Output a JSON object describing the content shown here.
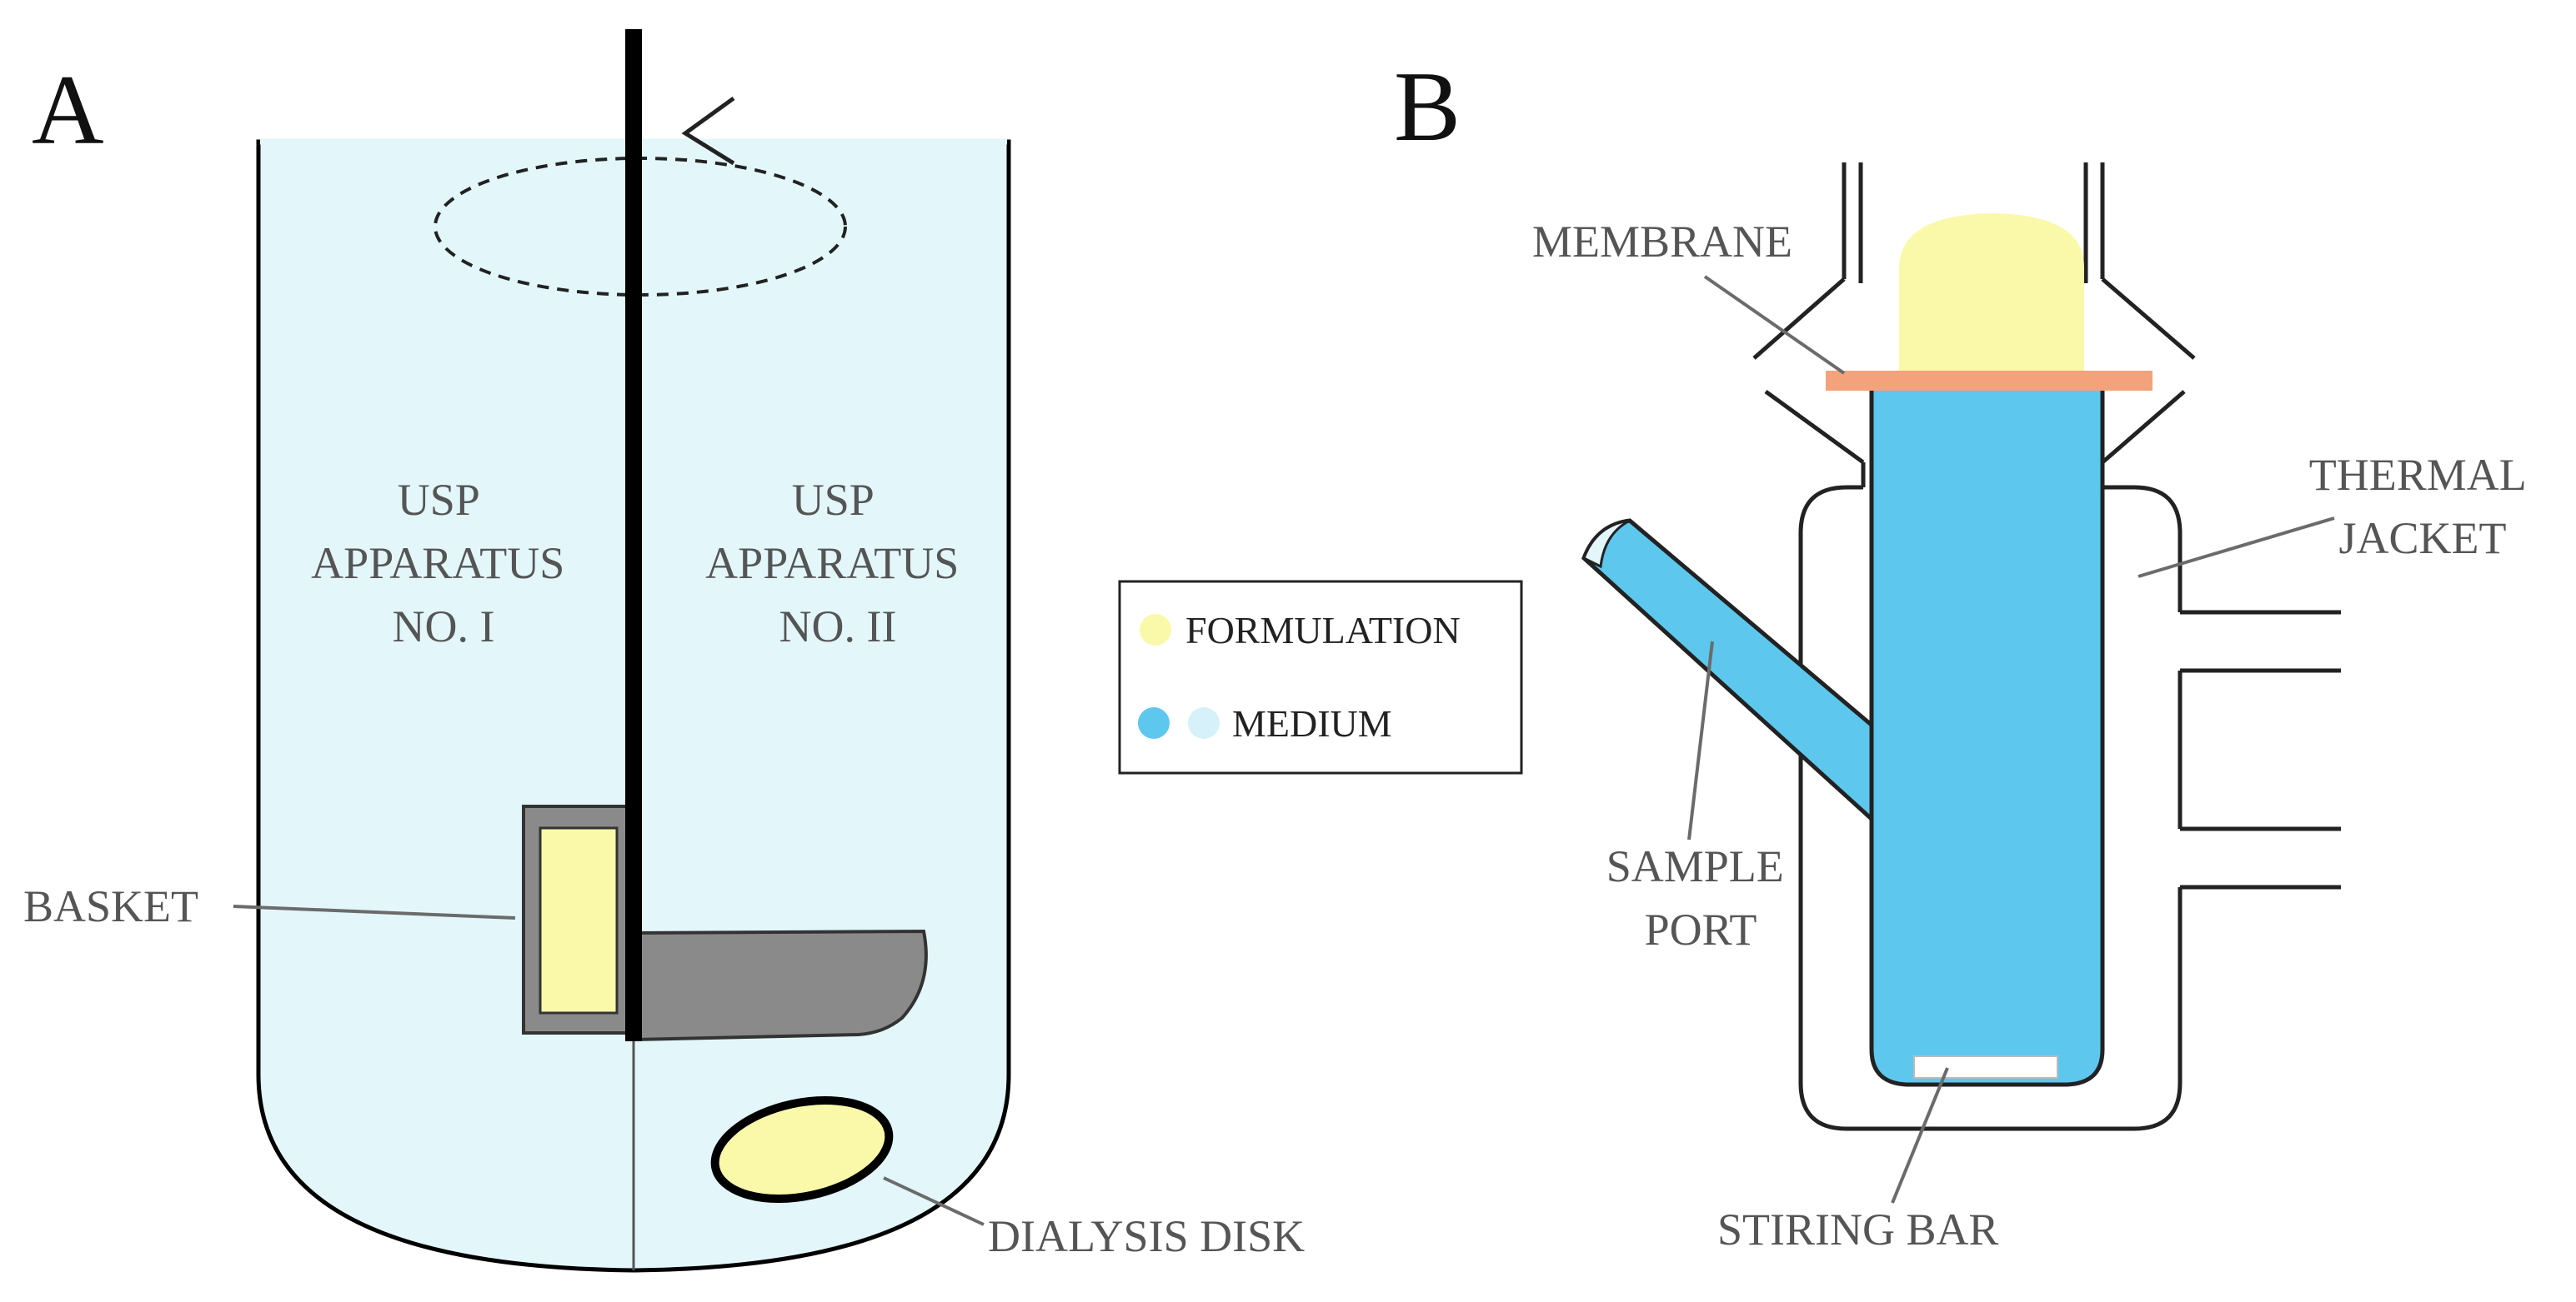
{
  "panels": {
    "a": {
      "letter": "A"
    },
    "b": {
      "letter": "B"
    }
  },
  "panel_a": {
    "apparatus_1": [
      "USP",
      "APPARATUS",
      "NO. I"
    ],
    "apparatus_2": [
      "USP",
      "APPARATUS",
      "NO. II"
    ],
    "basket_label": "BASKET",
    "dialysis_label": "DIALYSIS DISK"
  },
  "legend": {
    "formulation": "FORMULATION",
    "medium": "MEDIUM"
  },
  "panel_b": {
    "membrane_label": "MEMBRANE",
    "thermal_jacket": [
      "THERMAL",
      "JACKET"
    ],
    "sample_port": [
      "SAMPLE",
      "PORT"
    ],
    "stirring_bar_label": "STIRING BAR"
  },
  "colors": {
    "medium_light": "#e3f7fb",
    "medium_dark": "#5ec7ee",
    "formulation": "#f9f9a9",
    "membrane": "#f4a27c",
    "paddle": "#8a8a8a",
    "shaft": "#000000",
    "leader": "#6b6b6b"
  }
}
